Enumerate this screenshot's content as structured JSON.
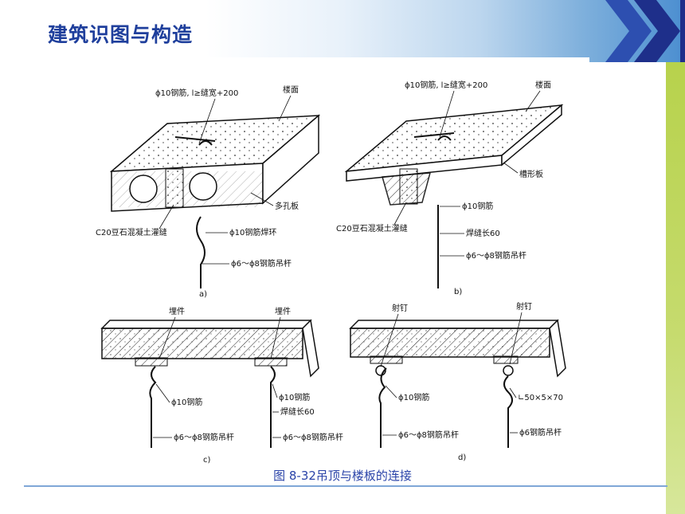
{
  "header": {
    "title": "建筑识图与构造"
  },
  "figure": {
    "caption": "图 8-32吊顶与楼板的连接",
    "a": {
      "label": "a)",
      "rebar_top": "ϕ10钢筋, l≥缝宽+200",
      "floor": "楼面",
      "slab": "多孔板",
      "joint": "C20豆石混凝土灌缝",
      "ring": "ϕ10钢筋焊环",
      "hanger": "ϕ6～ϕ8钢筋吊杆"
    },
    "b": {
      "label": "b)",
      "rebar_top": "ϕ10钢筋, l≥缝宽+200",
      "floor": "楼面",
      "slab": "槽形板",
      "rebar": "ϕ10钢筋",
      "joint": "C20豆石混凝土灌缝",
      "weld": "焊缝长60",
      "hanger": "ϕ6～ϕ8钢筋吊杆"
    },
    "c": {
      "label": "c)",
      "embed1": "埋件",
      "embed2": "埋件",
      "rebar": "ϕ10钢筋",
      "rebar2": "ϕ10钢筋",
      "weld": "焊缝长60",
      "hanger1": "ϕ6～ϕ8钢筋吊杆",
      "hanger2": "ϕ6～ϕ8钢筋吊杆"
    },
    "d": {
      "label": "d)",
      "nail1": "射钉",
      "nail2": "射钉",
      "rebar": "ϕ10钢筋",
      "angle": "∟50×5×70",
      "hanger1": "ϕ6～ϕ8钢筋吊杆",
      "hanger2": "ϕ6钢筋吊杆"
    }
  },
  "colors": {
    "title": "#1f3f9c",
    "caption": "#2a43a8",
    "accent_bar": "#b7d24c",
    "header_blue": "#4b8ed0",
    "chevron": "#1e2f8a"
  }
}
